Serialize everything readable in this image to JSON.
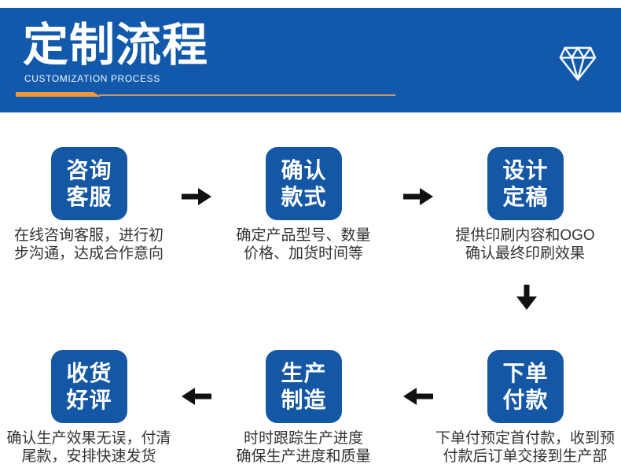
{
  "header": {
    "title": "定制流程",
    "subtitle": "CUSTOMIZATION PROCESS",
    "icon": "diamond-icon",
    "colors": {
      "banner_blue": "#1259ab",
      "accent_orange": "#f0973c",
      "accent_line_tan": "#c9996c"
    }
  },
  "flow": {
    "box_blue": "#1457a5",
    "arrow_color": "#111111",
    "steps": [
      {
        "label": [
          "咨询",
          "客服"
        ],
        "desc": [
          "在线咨询客服，进行初",
          "步沟通，达成合作意向"
        ]
      },
      {
        "label": [
          "确认",
          "款式"
        ],
        "desc": [
          "确定产品型号、数量",
          "价格、加货时间等"
        ]
      },
      {
        "label": [
          "设计",
          "定稿"
        ],
        "desc": [
          "提供印刷内容和OGO",
          "确认最终印刷效果"
        ]
      },
      {
        "label": [
          "下单",
          "付款"
        ],
        "desc": [
          "下单付预定首付款，收到预",
          "付款后订单交接到生产部"
        ]
      },
      {
        "label": [
          "生产",
          "制造"
        ],
        "desc": [
          "时时跟踪生产进度",
          "确保生产进度和质量"
        ]
      },
      {
        "label": [
          "收货",
          "好评"
        ],
        "desc": [
          "确认生产效果无误，付清",
          "尾款，安排快速发货"
        ]
      }
    ]
  }
}
